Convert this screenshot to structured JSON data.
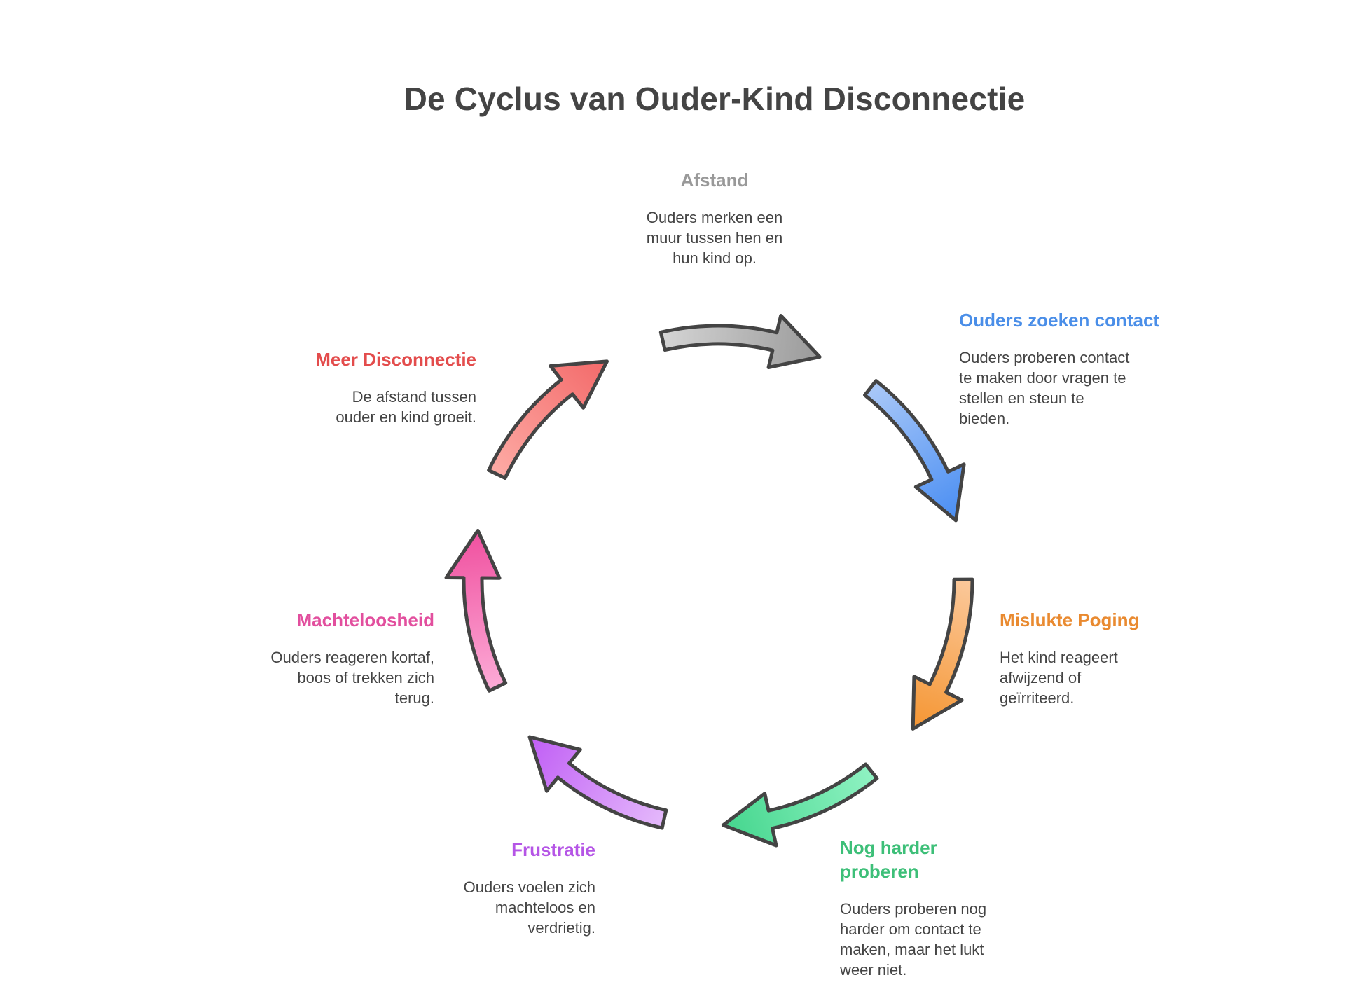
{
  "title": "De Cyclus van Ouder-Kind Disconnectie",
  "steps": [
    {
      "title": "Afstand",
      "description": "Ouders merken een muur tussen hen en hun kind op.",
      "color": "#999999",
      "arrow_light": "#d4d4d4",
      "arrow_dark": "#9a9a9a"
    },
    {
      "title": "Ouders zoeken contact",
      "description": "Ouders proberen contact te maken door vragen te stellen en steun te bieden.",
      "color": "#4a8ee8",
      "arrow_light": "#a9c8f8",
      "arrow_dark": "#4a8ef2"
    },
    {
      "title": "Mislukte Poging",
      "description": "Het kind reageert afwijzend of geïrriteerd.",
      "color": "#e98a30",
      "arrow_light": "#fbc89a",
      "arrow_dark": "#f59633"
    },
    {
      "title": "Nog harder proberen",
      "description": "Ouders proberen nog harder om contact te maken, maar het lukt weer niet.",
      "color": "#3dbf78",
      "arrow_light": "#8ff2c2",
      "arrow_dark": "#45d68e"
    },
    {
      "title": "Frustratie",
      "description": "Ouders voelen zich machteloos en verdrietig.",
      "color": "#b555e6",
      "arrow_light": "#e4b8fb",
      "arrow_dark": "#c05ef5"
    },
    {
      "title": "Machteloosheid",
      "description": "Ouders reageren kortaf, boos of trekken zich terug.",
      "color": "#e24f9e",
      "arrow_light": "#fcaad6",
      "arrow_dark": "#f0509f"
    },
    {
      "title": "Meer Disconnectie",
      "description": "De afstand tussen ouder en kind groeit.",
      "color": "#e34c4c",
      "arrow_light": "#fdaaa4",
      "arrow_dark": "#f36a6a"
    }
  ]
}
